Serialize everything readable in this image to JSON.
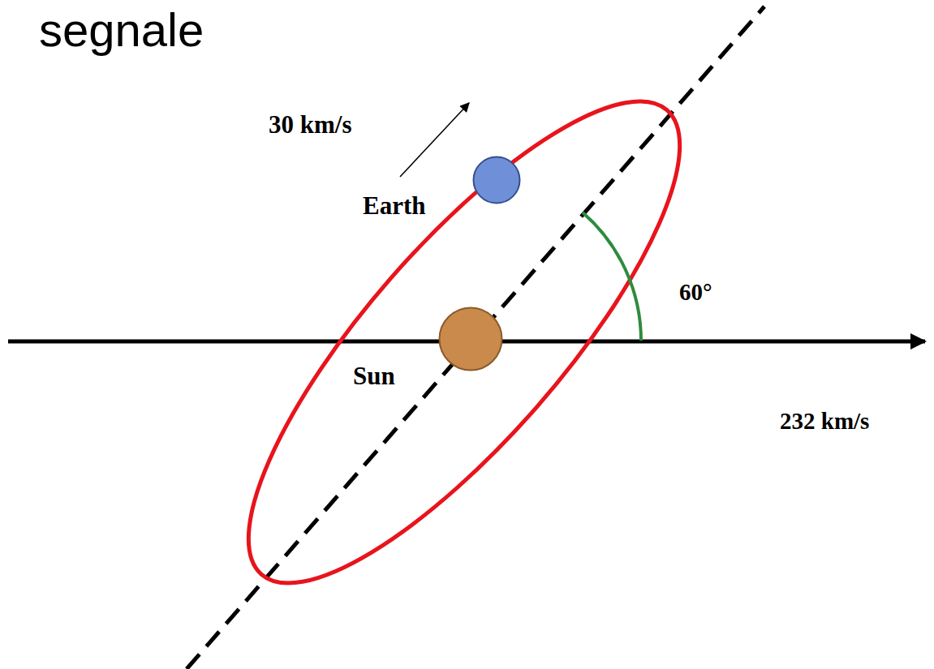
{
  "diagram": {
    "title": "segnale",
    "nodes": [
      {
        "text": [
          "Earth"
        ]
      },
      {
        "text": [
          "Sun"
        ]
      }
    ],
    "labels": [
      "30 km/s",
      "60°",
      "232 km/s"
    ]
  }
}
